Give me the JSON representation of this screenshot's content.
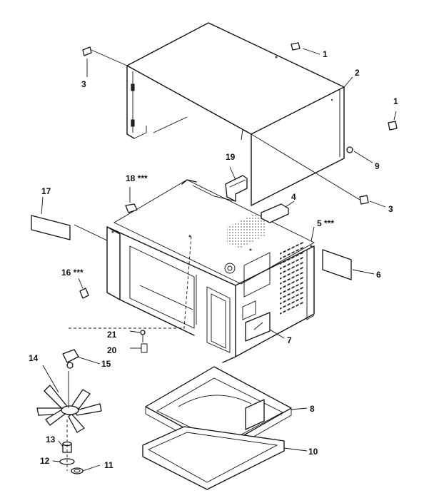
{
  "callouts": {
    "c1": "1",
    "c1b": "1",
    "c2": "2",
    "c3": "3",
    "c3b": "3",
    "c4": "4",
    "c5": "5 ***",
    "c6": "6",
    "c7": "7",
    "c8": "8",
    "c9": "9",
    "c10": "10",
    "c11": "11",
    "c12": "12",
    "c13": "13",
    "c14": "14",
    "c15": "15",
    "c16": "16 ***",
    "c17": "17",
    "c18": "18 ***",
    "c19": "19",
    "c20": "20",
    "c21": "21"
  }
}
